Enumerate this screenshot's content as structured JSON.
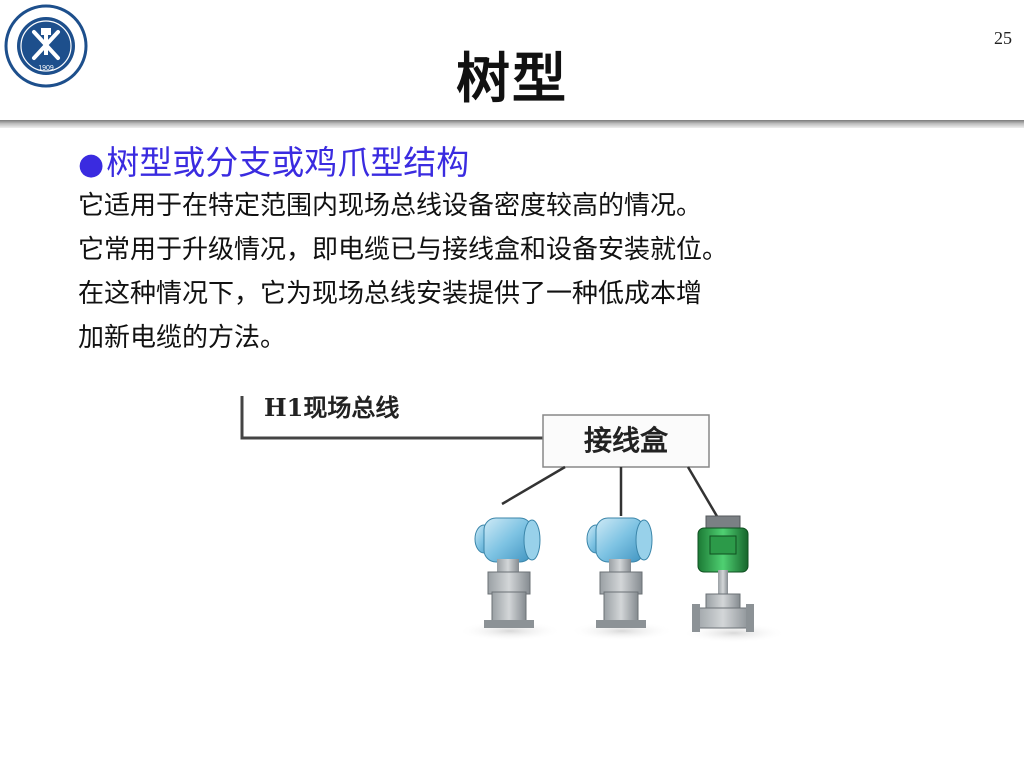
{
  "page_number": "25",
  "title": "树型",
  "heading": "树型或分支或鸡爪型结构",
  "body_lines": [
    "它适用于在特定范围内现场总线设备密度较高的情况。",
    "它常用于升级情况，即电缆已与接线盒和设备安装就位。",
    "在这种情况下，它为现场总线安装提供了一种低成本增",
    "加新电缆的方法。"
  ],
  "logo": {
    "year": "1909",
    "icon": "university-seal"
  },
  "diagram": {
    "bus_label": "H1现场总线",
    "box_label": "接线盒",
    "devices": [
      "pressure-transmitter-icon",
      "pressure-transmitter-icon",
      "control-valve-icon"
    ]
  }
}
